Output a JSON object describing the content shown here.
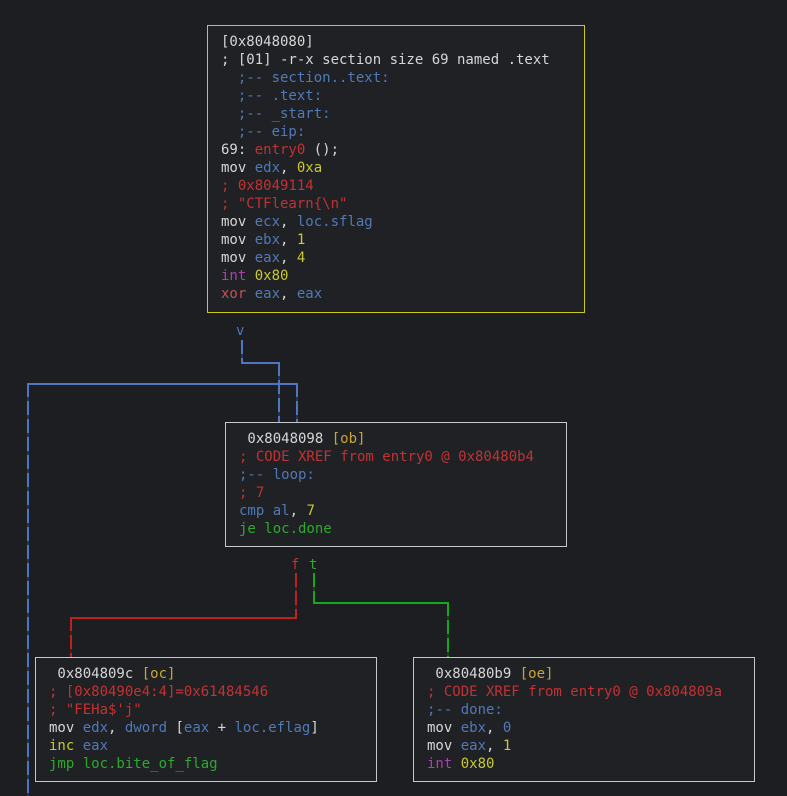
{
  "app": "radare2 graph view",
  "colors": {
    "background": "#1c1e21",
    "selected_block_border": "#c9c91e",
    "block_border": "#c6c8ca",
    "text_default": "#d6d6d6",
    "text_blue": "#5179b8",
    "text_red": "#c13333",
    "text_yellow": "#c9c931",
    "text_green": "#2daa2d",
    "text_magenta": "#b23db2",
    "text_gold": "#c9a53c",
    "edge_blue": "#4f76c2",
    "edge_red": "#c12020",
    "edge_green": "#17a817"
  },
  "edges": {
    "arrow_glyph": "v",
    "false_label": "f",
    "true_label": "t"
  },
  "blocks": [
    {
      "id": "entry",
      "title": "[0x8048080]",
      "selected": true,
      "lines": [
        [
          [
            "w",
            "[0x8048080]"
          ]
        ],
        [
          [
            "w",
            "; [01] -r-x section size 69 named .text"
          ]
        ],
        [
          [
            "b",
            "  ;-- section..text:"
          ]
        ],
        [
          [
            "b",
            "  ;-- .text:"
          ]
        ],
        [
          [
            "b",
            "  ;-- _start:"
          ]
        ],
        [
          [
            "b",
            "  ;-- eip:"
          ]
        ],
        [
          [
            "w",
            "69: "
          ],
          [
            "r",
            "entry0"
          ],
          [
            "w",
            " ();"
          ]
        ],
        [
          [
            "w",
            "mov "
          ],
          [
            "b",
            "edx"
          ],
          [
            "w",
            ", "
          ],
          [
            "y",
            "0xa"
          ]
        ],
        [
          [
            "r",
            "; 0x8049114"
          ]
        ],
        [
          [
            "r",
            "; \"CTFlearn{\\n\""
          ]
        ],
        [
          [
            "w",
            "mov "
          ],
          [
            "b",
            "ecx"
          ],
          [
            "w",
            ", "
          ],
          [
            "b",
            "loc.sflag"
          ]
        ],
        [
          [
            "w",
            "mov "
          ],
          [
            "b",
            "ebx"
          ],
          [
            "w",
            ", "
          ],
          [
            "y",
            "1"
          ]
        ],
        [
          [
            "w",
            "mov "
          ],
          [
            "b",
            "eax"
          ],
          [
            "w",
            ", "
          ],
          [
            "y",
            "4"
          ]
        ],
        [
          [
            "m",
            "int "
          ],
          [
            "y",
            "0x80"
          ]
        ],
        [
          [
            "dr",
            "xor "
          ],
          [
            "b",
            "eax"
          ],
          [
            "w",
            ", "
          ],
          [
            "b",
            "eax"
          ]
        ]
      ]
    },
    {
      "id": "loop",
      "title": "0x8048098 [ob]",
      "selected": false,
      "lines": [
        [
          [
            "w",
            " 0x8048098 "
          ],
          [
            "o",
            "[ob]"
          ]
        ],
        [
          [
            "r",
            "; CODE XREF from entry0 @ 0x80480b4"
          ]
        ],
        [
          [
            "b",
            ";-- loop:"
          ]
        ],
        [
          [
            "r",
            "; 7"
          ]
        ],
        [
          [
            "b",
            "cmp al"
          ],
          [
            "w",
            ", "
          ],
          [
            "y",
            "7"
          ]
        ],
        [
          [
            "g",
            "je loc.done"
          ]
        ]
      ]
    },
    {
      "id": "oc",
      "title": "0x804809c [oc]",
      "selected": false,
      "lines": [
        [
          [
            "w",
            " 0x804809c "
          ],
          [
            "o",
            "[oc]"
          ]
        ],
        [
          [
            "r",
            "; [0x80490e4:4]=0x61484546"
          ]
        ],
        [
          [
            "r",
            "; \"FEHa$'j\""
          ]
        ],
        [
          [
            "w",
            "mov "
          ],
          [
            "b",
            "edx"
          ],
          [
            "w",
            ", "
          ],
          [
            "b",
            "dword"
          ],
          [
            "w",
            " ["
          ],
          [
            "b",
            "eax"
          ],
          [
            "w",
            " + "
          ],
          [
            "b",
            "loc.eflag"
          ],
          [
            "w",
            "]"
          ]
        ],
        [
          [
            "y",
            "inc "
          ],
          [
            "b",
            "eax"
          ]
        ],
        [
          [
            "g",
            "jmp loc.bite_of_flag"
          ]
        ]
      ]
    },
    {
      "id": "oe",
      "title": "0x80480b9 [oe]",
      "selected": false,
      "lines": [
        [
          [
            "w",
            " 0x80480b9 "
          ],
          [
            "o",
            "[oe]"
          ]
        ],
        [
          [
            "r",
            "; CODE XREF from entry0 @ 0x804809a"
          ]
        ],
        [
          [
            "b",
            ";-- done:"
          ]
        ],
        [
          [
            "w",
            "mov "
          ],
          [
            "b",
            "ebx"
          ],
          [
            "w",
            ", "
          ],
          [
            "b",
            "0"
          ]
        ],
        [
          [
            "w",
            "mov "
          ],
          [
            "b",
            "eax"
          ],
          [
            "w",
            ", "
          ],
          [
            "y",
            "1"
          ]
        ],
        [
          [
            "m",
            "int "
          ],
          [
            "y",
            "0x80"
          ]
        ]
      ]
    }
  ]
}
